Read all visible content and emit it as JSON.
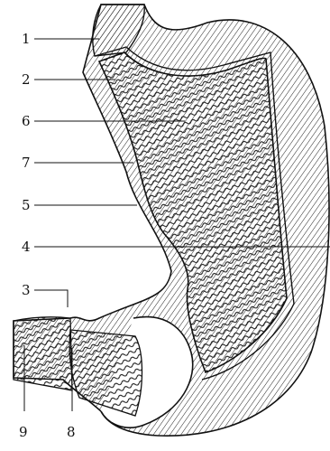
{
  "figure": {
    "labels": [
      {
        "id": "1",
        "text": "1"
      },
      {
        "id": "2",
        "text": "2"
      },
      {
        "id": "6",
        "text": "6"
      },
      {
        "id": "7",
        "text": "7"
      },
      {
        "id": "5",
        "text": "5"
      },
      {
        "id": "4",
        "text": "4"
      },
      {
        "id": "3",
        "text": "3"
      },
      {
        "id": "9",
        "text": "9"
      },
      {
        "id": "8",
        "text": "8"
      }
    ],
    "colors": {
      "ink": "#111111",
      "paper": "#ffffff"
    }
  }
}
